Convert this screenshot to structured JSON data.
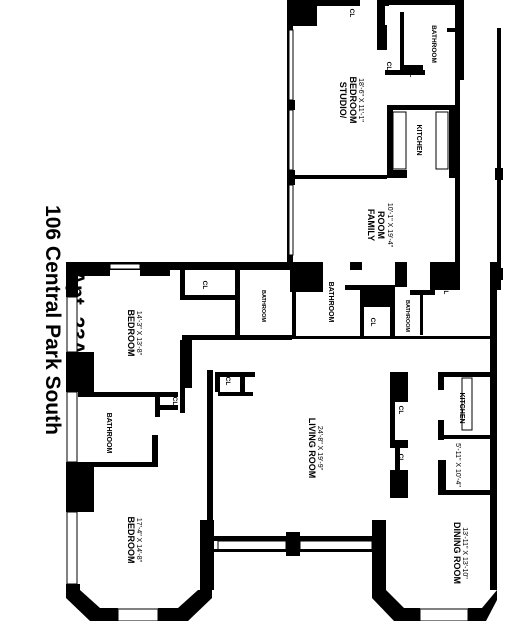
{
  "title": {
    "line1": "106 Central Park South",
    "line2": "Apt. 23AB"
  },
  "rooms": {
    "studio_bedroom": {
      "name1": "STUDIO/",
      "name2": "BEDROOM",
      "dims": "18'-6\" X 11'-1\""
    },
    "family_room": {
      "name1": "FAMILY",
      "name2": "ROOM",
      "dims": "10'-1\" X 19'-4\""
    },
    "bedroom_top": {
      "name": "BEDROOM",
      "dims": "14'-3\" X 13'-8\""
    },
    "bedroom_bottom": {
      "name": "BEDROOM",
      "dims": "17'-4\" X 14'-8\""
    },
    "living_room": {
      "name": "LIVING ROOM",
      "dims": "24'-8\" X 19'-9\""
    },
    "dining_room": {
      "name": "DINING ROOM",
      "dims": "13'-11\" X 13'-10\""
    },
    "kitchen_top": {
      "name": "KITCHEN"
    },
    "kitchen_bottom": {
      "name": "KITCHEN",
      "dims": "5'-11\" X 10'-4\""
    },
    "bath_top": {
      "name": "BATHROOM"
    },
    "bath_mid1": {
      "name": "BATHROOM"
    },
    "bath_mid2": {
      "name": "BATHROOM"
    },
    "bath_mid3": {
      "name": "BATHROOM"
    },
    "bath_left": {
      "name": "BATHROOM"
    }
  },
  "closets": {
    "cl1": "CL",
    "cl2": "CL",
    "cl3": "CL",
    "cl4": "CL",
    "cl5": "CL",
    "cl6": "CL",
    "cl7": "CL",
    "cl8": "CL",
    "cl9": "CL",
    "cl10": "CL"
  }
}
